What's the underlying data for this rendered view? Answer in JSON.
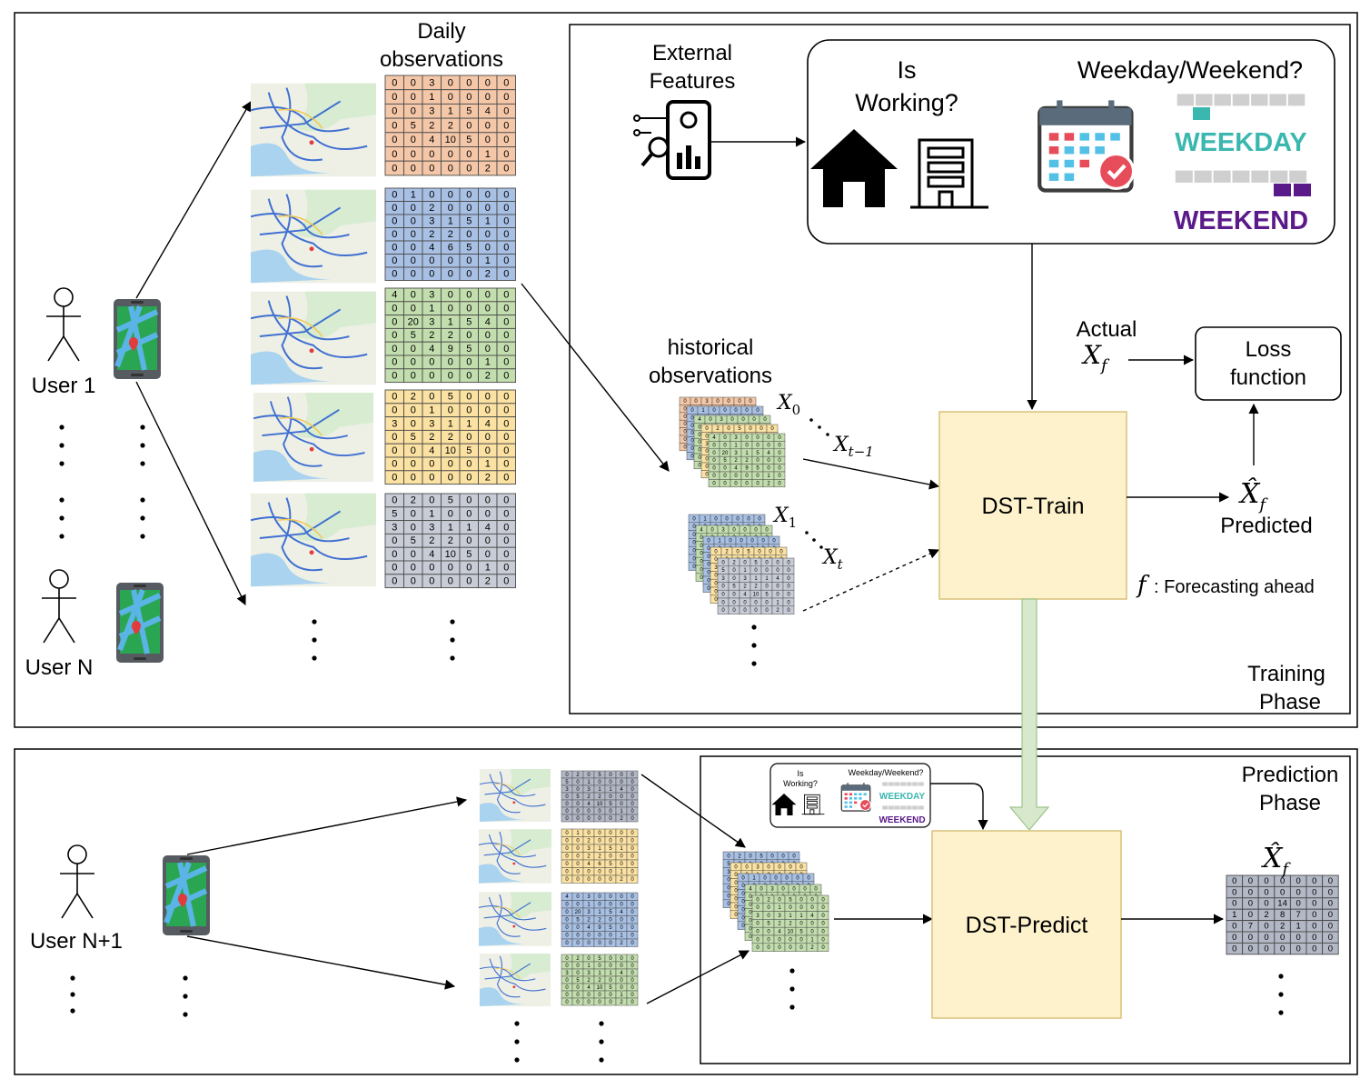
{
  "training": {
    "daily_observations": "Daily observations",
    "user1": "User 1",
    "userN": "User N",
    "external_features": "External Features",
    "is_working": "Is Working?",
    "weekday_weekend": "Weekday/Weekend?",
    "weekday_banner": "WEEKDAY",
    "weekend_banner": "WEEKEND",
    "historical_observations": "historical observations",
    "x0": "X",
    "x0_sub": "0",
    "xt1": "X",
    "xt1_sub": "t−1",
    "x1": "X",
    "x1_sub": "1",
    "xt": "X",
    "xt_sub": "t",
    "actual": "Actual",
    "xf": "X",
    "xf_sub": "f",
    "loss_function": "Loss function",
    "dst_train": "DST-Train",
    "xhat": "X̂",
    "xhat_sub": "f",
    "predicted": "Predicted",
    "f_symbol": "f",
    "forecasting_ahead": ": Forecasting ahead",
    "phase": "Training Phase"
  },
  "prediction": {
    "user": "User N+1",
    "is_working_small": "Is Working?",
    "weekday_weekend_small": "Weekday/Weekend?",
    "weekday_banner": "WEEKDAY",
    "weekend_banner": "WEEKEND",
    "dst_predict": "DST-Predict",
    "xhat": "X̂",
    "xhat_sub": "f",
    "phase": "Prediction Phase"
  },
  "matrices": {
    "orange": [
      [
        0,
        0,
        3,
        0,
        0,
        0,
        0
      ],
      [
        0,
        0,
        1,
        0,
        0,
        0,
        0
      ],
      [
        0,
        0,
        3,
        1,
        5,
        4,
        0
      ],
      [
        0,
        5,
        2,
        2,
        0,
        0,
        0
      ],
      [
        0,
        0,
        4,
        10,
        5,
        0,
        0
      ],
      [
        0,
        0,
        0,
        0,
        0,
        1,
        0
      ],
      [
        0,
        0,
        0,
        0,
        0,
        2,
        0
      ]
    ],
    "blue": [
      [
        0,
        1,
        0,
        0,
        0,
        0,
        0
      ],
      [
        0,
        0,
        2,
        0,
        0,
        0,
        0
      ],
      [
        0,
        0,
        3,
        1,
        5,
        1,
        0
      ],
      [
        0,
        0,
        2,
        2,
        0,
        0,
        0
      ],
      [
        0,
        0,
        4,
        6,
        5,
        0,
        0
      ],
      [
        0,
        0,
        0,
        0,
        0,
        1,
        0
      ],
      [
        0,
        0,
        0,
        0,
        0,
        2,
        0
      ]
    ],
    "green": [
      [
        4,
        0,
        3,
        0,
        0,
        0,
        0
      ],
      [
        0,
        0,
        1,
        0,
        0,
        0,
        0
      ],
      [
        0,
        20,
        3,
        1,
        5,
        4,
        0
      ],
      [
        0,
        5,
        2,
        2,
        0,
        0,
        0
      ],
      [
        0,
        0,
        4,
        9,
        5,
        0,
        0
      ],
      [
        0,
        0,
        0,
        0,
        0,
        1,
        0
      ],
      [
        0,
        0,
        0,
        0,
        0,
        2,
        0
      ]
    ],
    "yellow": [
      [
        0,
        2,
        0,
        5,
        0,
        0,
        0
      ],
      [
        0,
        0,
        1,
        0,
        0,
        0,
        0
      ],
      [
        3,
        0,
        3,
        1,
        1,
        4,
        0
      ],
      [
        0,
        5,
        2,
        2,
        0,
        0,
        0
      ],
      [
        0,
        0,
        4,
        10,
        5,
        0,
        0
      ],
      [
        0,
        0,
        0,
        0,
        0,
        1,
        0
      ],
      [
        0,
        0,
        0,
        0,
        0,
        2,
        0
      ]
    ],
    "gray": [
      [
        0,
        2,
        0,
        5,
        0,
        0,
        0
      ],
      [
        5,
        0,
        1,
        0,
        0,
        0,
        0
      ],
      [
        3,
        0,
        3,
        1,
        1,
        4,
        0
      ],
      [
        0,
        5,
        2,
        2,
        0,
        0,
        0
      ],
      [
        0,
        0,
        4,
        10,
        5,
        0,
        0
      ],
      [
        0,
        0,
        0,
        0,
        0,
        1,
        0
      ],
      [
        0,
        0,
        0,
        0,
        0,
        2,
        0
      ]
    ],
    "output": [
      [
        0,
        0,
        0,
        0,
        0,
        0,
        0
      ],
      [
        0,
        0,
        0,
        0,
        0,
        0,
        0
      ],
      [
        0,
        0,
        0,
        14,
        0,
        0,
        0
      ],
      [
        1,
        0,
        2,
        8,
        7,
        0,
        0
      ],
      [
        0,
        7,
        0,
        2,
        1,
        0,
        0
      ],
      [
        0,
        0,
        0,
        0,
        0,
        0,
        0
      ],
      [
        0,
        0,
        0,
        0,
        0,
        0,
        0
      ]
    ]
  },
  "colors": {
    "orange_fill": "#f4c7a8",
    "blue_fill": "#a8c0e4",
    "green_fill": "#c3deae",
    "yellow_fill": "#fbe2a2",
    "gray_fill": "#c8ccd6",
    "output_fill": "#b3b8c6",
    "dst_fill": "#fdf2cc",
    "dst_stroke": "#d9c27a",
    "weekday": "#3ab8b0",
    "weekend": "#5a1a8a",
    "arrow_green": "#d7e8cc"
  },
  "icons": [
    "person-icon",
    "smartphone-map-icon",
    "phone-analytics-icon",
    "house-icon",
    "office-building-icon",
    "calendar-icon",
    "map-thumbnail"
  ]
}
